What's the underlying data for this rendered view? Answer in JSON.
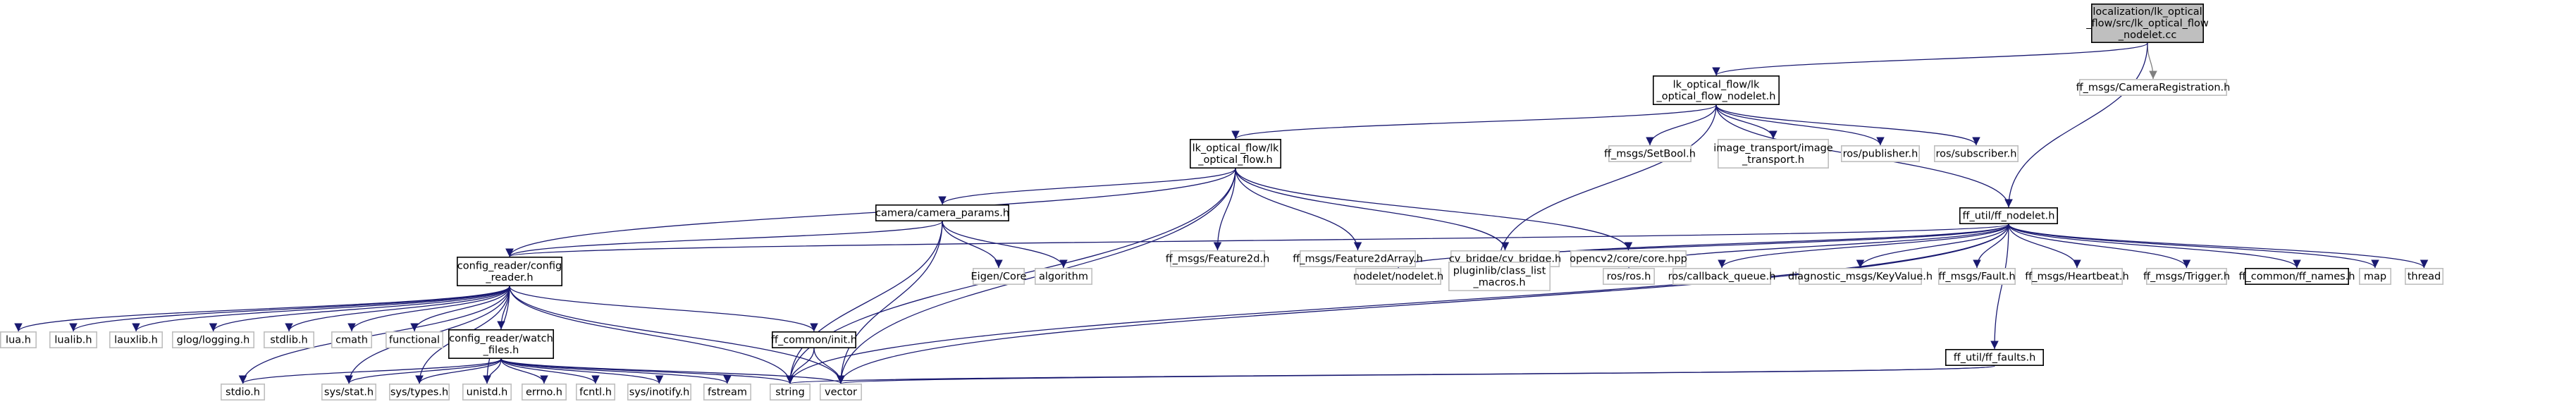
{
  "colors": {
    "root_fill": "#bfbfbf",
    "documented_border": "#000000",
    "external_border": "#bfbfbf",
    "edge": "#191970",
    "edge_external": "#808080"
  },
  "nodes": [
    {
      "id": "root",
      "lines": [
        "localization/lk_optical",
        "_flow/src/lk_optical_flow",
        "_nodelet.cc"
      ],
      "kind": "root"
    },
    {
      "id": "camreg",
      "lines": [
        "ff_msgs/CameraRegistration.h"
      ],
      "kind": "external"
    },
    {
      "id": "lkn",
      "lines": [
        "lk_optical_flow/lk",
        "_optical_flow_nodelet.h"
      ],
      "kind": "documented"
    },
    {
      "id": "lk",
      "lines": [
        "lk_optical_flow/lk",
        "_optical_flow.h"
      ],
      "kind": "documented"
    },
    {
      "id": "setbool",
      "lines": [
        "ff_msgs/SetBool.h"
      ],
      "kind": "external"
    },
    {
      "id": "imgtr",
      "lines": [
        "image_transport/image",
        "_transport.h"
      ],
      "kind": "external"
    },
    {
      "id": "rospub",
      "lines": [
        "ros/publisher.h"
      ],
      "kind": "external"
    },
    {
      "id": "rossub",
      "lines": [
        "ros/subscriber.h"
      ],
      "kind": "external"
    },
    {
      "id": "ffnod",
      "lines": [
        "ff_util/ff_nodelet.h"
      ],
      "kind": "documented"
    },
    {
      "id": "campar",
      "lines": [
        "camera/camera_params.h"
      ],
      "kind": "documented"
    },
    {
      "id": "feat2d",
      "lines": [
        "ff_msgs/Feature2d.h"
      ],
      "kind": "external"
    },
    {
      "id": "feat2da",
      "lines": [
        "ff_msgs/Feature2dArray.h"
      ],
      "kind": "external"
    },
    {
      "id": "cvb",
      "lines": [
        "cv_bridge/cv_bridge.h"
      ],
      "kind": "external"
    },
    {
      "id": "ocv",
      "lines": [
        "opencv2/core/core.hpp"
      ],
      "kind": "external"
    },
    {
      "id": "cfg",
      "lines": [
        "config_reader/config",
        "_reader.h"
      ],
      "kind": "documented"
    },
    {
      "id": "eigen",
      "lines": [
        "Eigen/Core"
      ],
      "kind": "external"
    },
    {
      "id": "algo",
      "lines": [
        "algorithm"
      ],
      "kind": "external"
    },
    {
      "id": "nodelet",
      "lines": [
        "nodelet/nodelet.h"
      ],
      "kind": "external"
    },
    {
      "id": "plugin",
      "lines": [
        "pluginlib/class_list",
        "_macros.h"
      ],
      "kind": "external"
    },
    {
      "id": "rosros",
      "lines": [
        "ros/ros.h"
      ],
      "kind": "external"
    },
    {
      "id": "cbq",
      "lines": [
        "ros/callback_queue.h"
      ],
      "kind": "external"
    },
    {
      "id": "kv",
      "lines": [
        "diagnostic_msgs/KeyValue.h"
      ],
      "kind": "external"
    },
    {
      "id": "fault",
      "lines": [
        "ff_msgs/Fault.h"
      ],
      "kind": "external"
    },
    {
      "id": "hb",
      "lines": [
        "ff_msgs/Heartbeat.h"
      ],
      "kind": "external"
    },
    {
      "id": "trig",
      "lines": [
        "ff_msgs/Trigger.h"
      ],
      "kind": "external"
    },
    {
      "id": "ffnames",
      "lines": [
        "ff_common/ff_names.h"
      ],
      "kind": "documented"
    },
    {
      "id": "map",
      "lines": [
        "map"
      ],
      "kind": "external"
    },
    {
      "id": "thread",
      "lines": [
        "thread"
      ],
      "kind": "external"
    },
    {
      "id": "lua",
      "lines": [
        "lua.h"
      ],
      "kind": "external"
    },
    {
      "id": "lualib",
      "lines": [
        "lualib.h"
      ],
      "kind": "external"
    },
    {
      "id": "lauxlib",
      "lines": [
        "lauxlib.h"
      ],
      "kind": "external"
    },
    {
      "id": "glog",
      "lines": [
        "glog/logging.h"
      ],
      "kind": "external"
    },
    {
      "id": "stdlib",
      "lines": [
        "stdlib.h"
      ],
      "kind": "external"
    },
    {
      "id": "cmath",
      "lines": [
        "cmath"
      ],
      "kind": "external"
    },
    {
      "id": "functional",
      "lines": [
        "functional"
      ],
      "kind": "external"
    },
    {
      "id": "watch",
      "lines": [
        "config_reader/watch",
        "_files.h"
      ],
      "kind": "documented"
    },
    {
      "id": "ffinit",
      "lines": [
        "ff_common/init.h"
      ],
      "kind": "documented"
    },
    {
      "id": "fffaults",
      "lines": [
        "ff_util/ff_faults.h"
      ],
      "kind": "documented"
    },
    {
      "id": "stdio",
      "lines": [
        "stdio.h"
      ],
      "kind": "external"
    },
    {
      "id": "sysstat",
      "lines": [
        "sys/stat.h"
      ],
      "kind": "external"
    },
    {
      "id": "systypes",
      "lines": [
        "sys/types.h"
      ],
      "kind": "external"
    },
    {
      "id": "unistd",
      "lines": [
        "unistd.h"
      ],
      "kind": "external"
    },
    {
      "id": "errno",
      "lines": [
        "errno.h"
      ],
      "kind": "external"
    },
    {
      "id": "fcntl",
      "lines": [
        "fcntl.h"
      ],
      "kind": "external"
    },
    {
      "id": "inotify",
      "lines": [
        "sys/inotify.h"
      ],
      "kind": "external"
    },
    {
      "id": "fstream",
      "lines": [
        "fstream"
      ],
      "kind": "external"
    },
    {
      "id": "string",
      "lines": [
        "string"
      ],
      "kind": "external"
    },
    {
      "id": "vector",
      "lines": [
        "vector"
      ],
      "kind": "external"
    }
  ],
  "edges": [
    [
      "root",
      "lkn"
    ],
    [
      "root",
      "camreg"
    ],
    [
      "root",
      "ffnod"
    ],
    [
      "lkn",
      "lk"
    ],
    [
      "lkn",
      "setbool"
    ],
    [
      "lkn",
      "imgtr"
    ],
    [
      "lkn",
      "rospub"
    ],
    [
      "lkn",
      "rossub"
    ],
    [
      "lkn",
      "ffnod"
    ],
    [
      "lkn",
      "plugin"
    ],
    [
      "lk",
      "cfg"
    ],
    [
      "lk",
      "campar"
    ],
    [
      "lk",
      "feat2d"
    ],
    [
      "lk",
      "feat2da"
    ],
    [
      "lk",
      "cvb"
    ],
    [
      "lk",
      "ocv"
    ],
    [
      "lk",
      "string"
    ],
    [
      "lk",
      "vector"
    ],
    [
      "campar",
      "cfg"
    ],
    [
      "campar",
      "eigen"
    ],
    [
      "campar",
      "algo"
    ],
    [
      "campar",
      "string"
    ],
    [
      "campar",
      "vector"
    ],
    [
      "ffnod",
      "cfg"
    ],
    [
      "ffnod",
      "nodelet"
    ],
    [
      "ffnod",
      "plugin"
    ],
    [
      "ffnod",
      "rosros"
    ],
    [
      "ffnod",
      "cbq"
    ],
    [
      "ffnod",
      "kv"
    ],
    [
      "ffnod",
      "fault"
    ],
    [
      "ffnod",
      "hb"
    ],
    [
      "ffnod",
      "trig"
    ],
    [
      "ffnod",
      "ffnames"
    ],
    [
      "ffnod",
      "map"
    ],
    [
      "ffnod",
      "thread"
    ],
    [
      "ffnod",
      "fffaults"
    ],
    [
      "ffnod",
      "string"
    ],
    [
      "ffnod",
      "vector"
    ],
    [
      "cfg",
      "lua"
    ],
    [
      "cfg",
      "lualib"
    ],
    [
      "cfg",
      "lauxlib"
    ],
    [
      "cfg",
      "glog"
    ],
    [
      "cfg",
      "stdlib"
    ],
    [
      "cfg",
      "cmath"
    ],
    [
      "cfg",
      "functional"
    ],
    [
      "cfg",
      "watch"
    ],
    [
      "cfg",
      "ffinit"
    ],
    [
      "cfg",
      "stdio"
    ],
    [
      "cfg",
      "sysstat"
    ],
    [
      "cfg",
      "systypes"
    ],
    [
      "cfg",
      "unistd"
    ],
    [
      "cfg",
      "string"
    ],
    [
      "cfg",
      "vector"
    ],
    [
      "watch",
      "stdio"
    ],
    [
      "watch",
      "sysstat"
    ],
    [
      "watch",
      "systypes"
    ],
    [
      "watch",
      "unistd"
    ],
    [
      "watch",
      "errno"
    ],
    [
      "watch",
      "fcntl"
    ],
    [
      "watch",
      "inotify"
    ],
    [
      "watch",
      "fstream"
    ],
    [
      "watch",
      "string"
    ],
    [
      "watch",
      "vector"
    ],
    [
      "ffinit",
      "string"
    ],
    [
      "ffinit",
      "vector"
    ],
    [
      "fffaults",
      "string"
    ],
    [
      "fffaults",
      "vector"
    ]
  ]
}
